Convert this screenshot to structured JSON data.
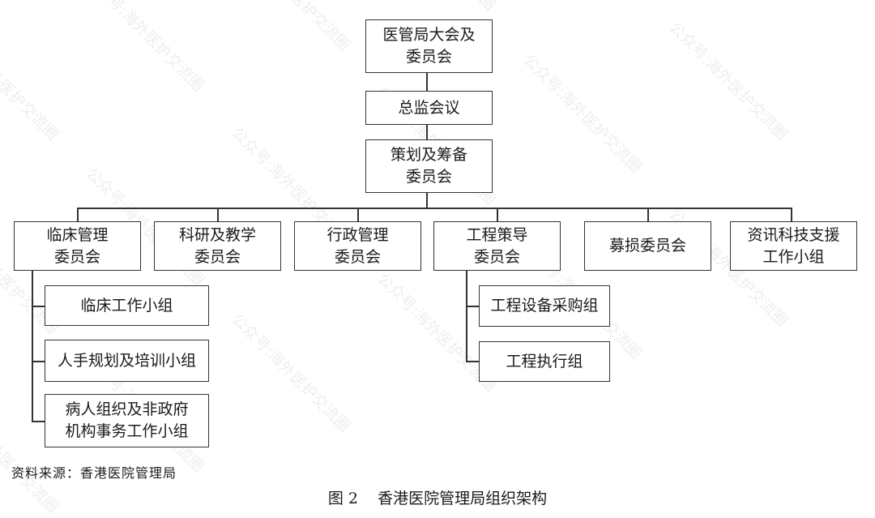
{
  "watermark": "公众号:海外医护交流圈",
  "nodes": {
    "board": [
      "医管局大会及",
      "委员会"
    ],
    "directors": [
      "总监会议"
    ],
    "planning": [
      "策划及筹备",
      "委员会"
    ],
    "clinical": [
      "临床管理",
      "委员会"
    ],
    "research": [
      "科研及教学",
      "委员会"
    ],
    "admin": [
      "行政管理",
      "委员会"
    ],
    "engineering": [
      "工程策导",
      "委员会"
    ],
    "fundraising": [
      "募损委员会"
    ],
    "it": [
      "资讯科技支援",
      "工作小组"
    ],
    "clinical_wg": [
      "临床工作小组"
    ],
    "hr_wg": [
      "人手规划及培训小组"
    ],
    "patient_wg": [
      "病人组织及非政府",
      "机构事务工作小组"
    ],
    "eq_procurement": [
      "工程设备采购组"
    ],
    "eng_exec": [
      "工程执行组"
    ]
  },
  "source": "资料来源：香港医院管理局",
  "caption": "图 2    香港医院管理局组织架构"
}
